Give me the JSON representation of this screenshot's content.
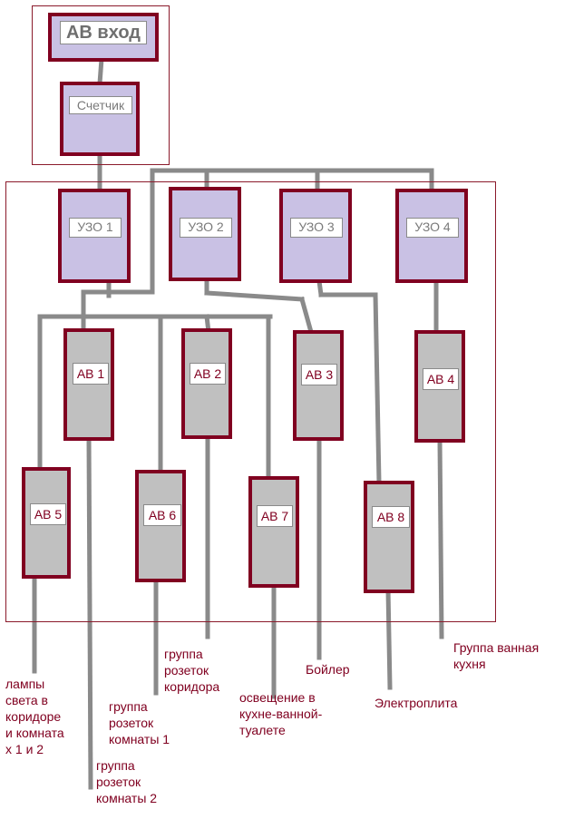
{
  "boxes": {
    "av_main": "АВ вход",
    "meter": "Счетчик",
    "uzo1": "УЗО 1",
    "uzo2": "УЗО 2",
    "uzo3": "УЗО 3",
    "uzo4": "УЗО 4",
    "av1": "АВ 1",
    "av2": "АВ 2",
    "av3": "АВ 3",
    "av4": "АВ 4",
    "av5": "АВ 5",
    "av6": "АВ 6",
    "av7": "АВ 7",
    "av8": "АВ 8"
  },
  "outputs": {
    "lamps": "лампы\nсвета в\nкоридоре\nи комната\nх 1 и 2",
    "room2_sockets": "группа\nрозеток\nкомнаты 2",
    "room1_sockets": "группа\nрозеток\nкомнаты 1",
    "corridor_sockets": "группа\nрозеток\nкоридора",
    "lighting": "освещение в\nкухне-ванной-\nтуалете",
    "boiler": "Бойлер",
    "stove": "Электроплита",
    "bath_kitchen": "Группа ванная\nкухня"
  },
  "colors": {
    "frame": "#800020",
    "uzo_fill": "#c9c1e4",
    "breaker_fill": "#c0c0c0",
    "wire": "#8a8a8a",
    "text": "#800020"
  }
}
